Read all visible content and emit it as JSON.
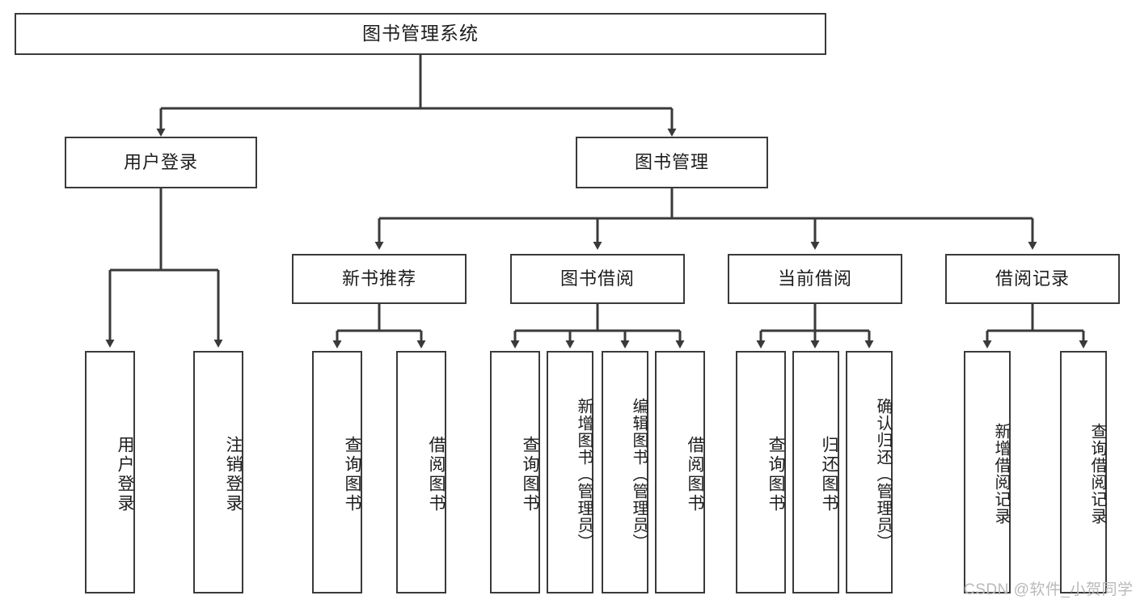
{
  "diagram": {
    "type": "tree",
    "title": "图书管理系统",
    "orientation": "top-down",
    "colors": {
      "box_border": "#3a3a3a",
      "box_fill": "#ffffff",
      "edge": "#3a3a3a",
      "text": "#1d1d1d",
      "watermark": "#b9b9b9",
      "background": "#ffffff"
    },
    "root": {
      "label": "图书管理系统"
    },
    "level2": [
      {
        "label": "用户登录"
      },
      {
        "label": "图书管理"
      }
    ],
    "level3": [
      {
        "label": "新书推荐"
      },
      {
        "label": "图书借阅"
      },
      {
        "label": "当前借阅"
      },
      {
        "label": "借阅记录"
      }
    ],
    "leaves": {
      "user_login": [
        {
          "label": "用户登录"
        },
        {
          "label": "注销登录"
        }
      ],
      "new_book_recommend": [
        {
          "label": "查询图书"
        },
        {
          "label": "借阅图书"
        }
      ],
      "book_borrow": [
        {
          "label": "查询图书"
        },
        {
          "label": "新增图书（管理员）"
        },
        {
          "label": "编辑图书（管理员）"
        },
        {
          "label": "借阅图书"
        }
      ],
      "current_borrow": [
        {
          "label": "查询图书"
        },
        {
          "label": "归还图书"
        },
        {
          "label": "确认归还（管理员）"
        }
      ],
      "borrow_records": [
        {
          "label": "新增借阅记录"
        },
        {
          "label": "查询借阅记录"
        }
      ]
    }
  },
  "watermark": {
    "text": "CSDN @软件_小贺同学"
  }
}
